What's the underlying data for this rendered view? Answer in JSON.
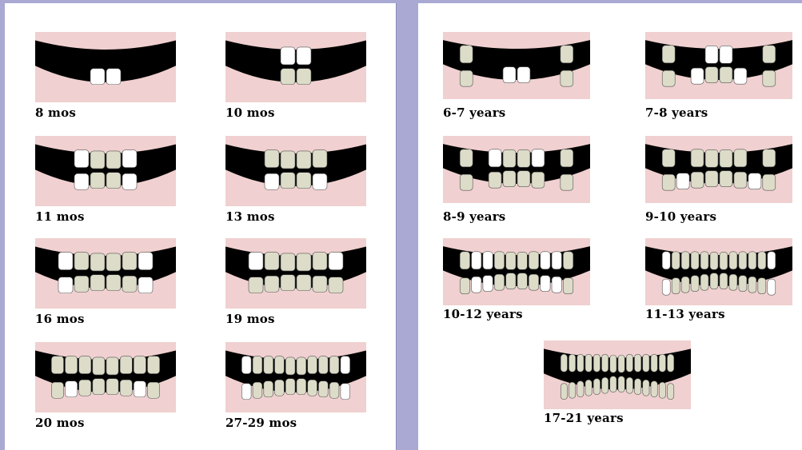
{
  "colors": {
    "background": "#a9a9d4",
    "panel": "#ffffff",
    "gum": "#f0d0d0",
    "mouth": "#000000",
    "old_tooth": "#dcdcc8",
    "new_tooth": "#ffffff"
  },
  "left_panel": {
    "items": [
      {
        "label": "8 mos",
        "upper": [],
        "lower": [
          0
        ],
        "new_upper": [],
        "new_lower": [
          0
        ],
        "slots": 1
      },
      {
        "label": "10 mos",
        "upper": [
          0
        ],
        "lower": [
          0
        ],
        "new_upper": [
          0
        ],
        "new_lower": [],
        "slots": 1
      },
      {
        "label": "11 mos",
        "upper": [
          0,
          1
        ],
        "lower": [
          0,
          1
        ],
        "new_upper": [
          1
        ],
        "new_lower": [
          1
        ],
        "slots": 2
      },
      {
        "label": "13 mos",
        "upper": [
          0,
          1
        ],
        "lower": [
          0,
          1
        ],
        "new_upper": [],
        "new_lower": [
          1
        ],
        "slots": 2
      },
      {
        "label": "16 mos",
        "upper": [
          0,
          1,
          2
        ],
        "lower": [
          0,
          1,
          2
        ],
        "new_upper": [
          2
        ],
        "new_lower": [
          2
        ],
        "slots": 3
      },
      {
        "label": "19 mos",
        "upper": [
          0,
          1,
          2
        ],
        "lower": [
          0,
          1,
          2
        ],
        "new_upper": [
          2
        ],
        "new_lower": [],
        "slots": 3
      },
      {
        "label": "20 mos",
        "upper": [
          0,
          1,
          2,
          3
        ],
        "lower": [
          0,
          1,
          2,
          3
        ],
        "new_upper": [],
        "new_lower": [
          2
        ],
        "slots": 4
      },
      {
        "label": "27-29 mos",
        "upper": [
          0,
          1,
          2,
          3,
          4
        ],
        "lower": [
          0,
          1,
          2,
          3,
          4
        ],
        "new_upper": [
          4
        ],
        "new_lower": [
          4
        ],
        "slots": 5
      }
    ]
  },
  "right_panel": {
    "items": [
      {
        "label": "6-7 years",
        "upper": [
          3
        ],
        "lower": [
          0,
          3
        ],
        "new_upper": [],
        "new_lower": [
          0
        ],
        "slots": 4
      },
      {
        "label": "7-8 years",
        "upper": [
          0,
          3
        ],
        "lower": [
          0,
          1,
          3
        ],
        "new_upper": [
          0
        ],
        "new_lower": [
          1
        ],
        "slots": 4
      },
      {
        "label": "8-9 years",
        "upper": [
          0,
          1,
          3
        ],
        "lower": [
          0,
          1,
          3
        ],
        "new_upper": [
          1
        ],
        "new_lower": [],
        "slots": 4
      },
      {
        "label": "9-10 years",
        "upper": [
          0,
          1,
          3
        ],
        "lower": [
          0,
          1,
          2,
          3
        ],
        "new_upper": [],
        "new_lower": [
          2
        ],
        "slots": 4
      },
      {
        "label": "10-12 years",
        "upper": [
          0,
          1,
          2,
          3,
          4
        ],
        "lower": [
          0,
          1,
          2,
          3,
          4
        ],
        "new_upper": [
          2,
          3
        ],
        "new_lower": [
          2,
          3
        ],
        "slots": 5
      },
      {
        "label": "11-13 years",
        "upper": [
          0,
          1,
          2,
          3,
          4,
          5
        ],
        "lower": [
          0,
          1,
          2,
          3,
          4,
          5
        ],
        "new_upper": [
          5
        ],
        "new_lower": [
          5
        ],
        "slots": 6
      },
      {
        "label": "17-21 years",
        "upper": [
          0,
          1,
          2,
          3,
          4,
          5,
          6
        ],
        "lower": [
          0,
          1,
          2,
          3,
          4,
          5,
          6
        ],
        "new_upper": [],
        "new_lower": [],
        "slots": 7
      }
    ]
  }
}
